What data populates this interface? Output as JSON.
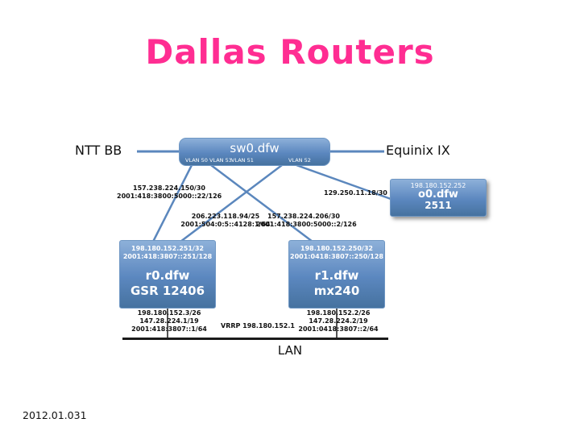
{
  "title": "Dallas Routers",
  "footer": "2012.01.031",
  "external": {
    "ntt": "NTT BB",
    "equinix": "Equinix IX"
  },
  "switch": {
    "name": "sw0.dfw",
    "vlans": [
      "VLAN 50",
      "VLAN 53",
      "VLAN 51",
      "VLAN 52"
    ]
  },
  "console_server": {
    "ip": "198.180.152.252",
    "name": "o0.dfw",
    "model": "2511"
  },
  "routers": {
    "r0": {
      "loopback_v4": "198.180.152.251/32",
      "loopback_v6": "2001:418:3807::251/128",
      "name": "r0.dfw",
      "model": "GSR 12406",
      "lan": [
        "198.180.152.3/26",
        "147.28.224.1/19",
        "2001:418:3807::1/64"
      ]
    },
    "r1": {
      "loopback_v4": "198.180.152.250/32",
      "loopback_v6": "2001:0418:3807::250/128",
      "name": "r1.dfw",
      "model": "mx240",
      "lan": [
        "198.180.152.2/26",
        "147.28.224.2/19",
        "2001:0418:3807::2/64"
      ]
    }
  },
  "links": {
    "ntt_uplink": [
      "157.238.224.150/30",
      "2001:418:3800:5000::22/126"
    ],
    "oob": "129.250.11.18/30",
    "exchange": [
      "206.223.118.94/25",
      "2001:504:0:5::4128:1/64"
    ],
    "equinix_uplink": [
      "157.238.224.206/30",
      "2001:418:3800:5000::2/126"
    ]
  },
  "lan": {
    "label": "LAN",
    "vrrp": "VRRP 198.180.152.1"
  }
}
